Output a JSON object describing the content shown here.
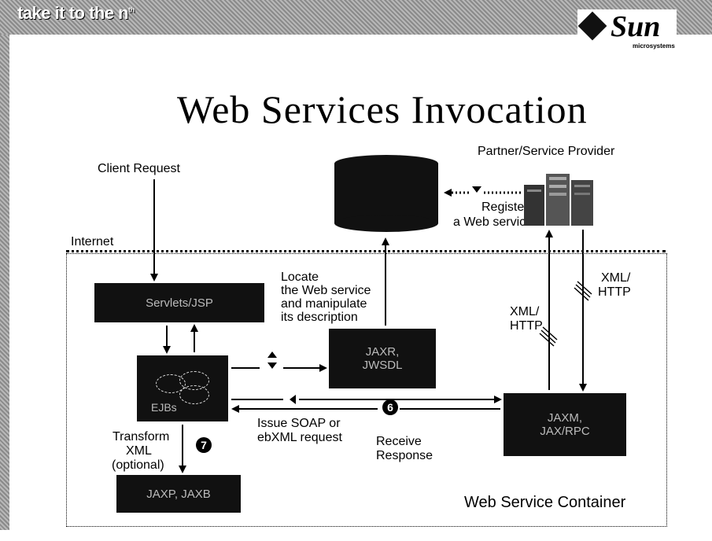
{
  "header": {
    "tagline": "take it to the n",
    "tagline_sup": "th",
    "logo_text": "Sun",
    "logo_sub": "microsystems"
  },
  "title": "Web Services Invocation",
  "labels": {
    "client_request": "Client Request",
    "partner": "Partner/Service Provider",
    "register_line1": "Register",
    "register_line2": "a Web service",
    "internet": "Internet",
    "locate_line1": "Locate",
    "locate_line2": "the Web service",
    "locate_line3": "and manipulate",
    "locate_line4": "its description",
    "xml_http_right_1": "XML/",
    "xml_http_right_2": "HTTP",
    "xml_http_left_1": "XML/",
    "xml_http_left_2": "HTTP",
    "issue_line1": "Issue SOAP or",
    "issue_line2": "ebXML request",
    "receive_line1": "Receive",
    "receive_line2": "Response",
    "transform_line1": "Transform",
    "transform_line2": "XML",
    "transform_line3": "(optional)",
    "container": "Web Service Container"
  },
  "boxes": {
    "servlets": "Servlets/JSP",
    "jaxr_line1": "JAXR,",
    "jaxr_line2": "JWSDL",
    "ejbs": "EJBs",
    "jaxm_line1": "JAXM,",
    "jaxm_line2": "JAX/RPC",
    "jaxp": "JAXP, JAXB"
  },
  "badges": {
    "six": "6",
    "seven": "7"
  }
}
